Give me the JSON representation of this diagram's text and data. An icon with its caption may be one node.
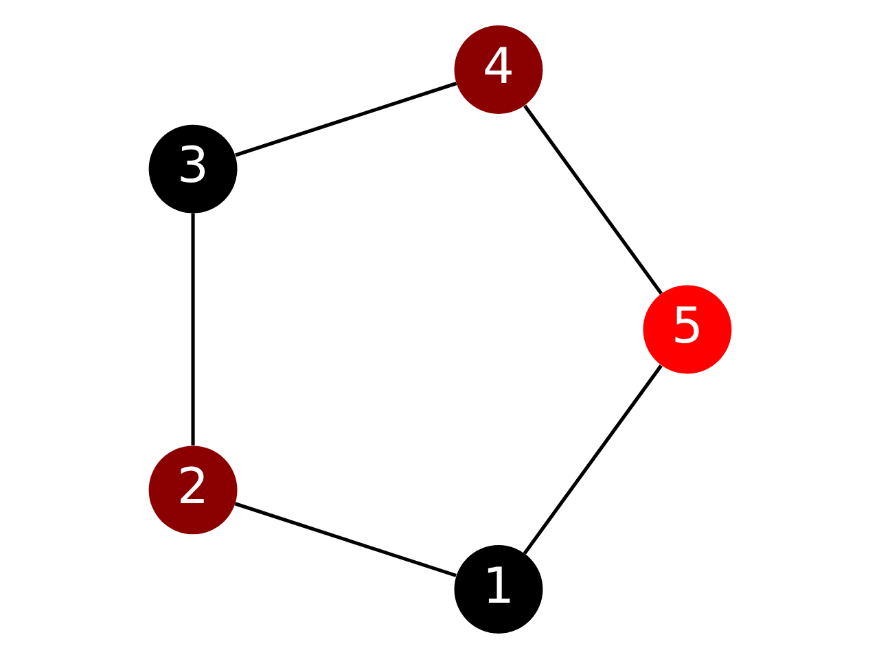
{
  "diagram": {
    "nodes": [
      {
        "text": [
          "1"
        ]
      },
      {
        "text": [
          "2"
        ]
      },
      {
        "text": [
          "3"
        ]
      },
      {
        "text": [
          "4"
        ]
      },
      {
        "text": [
          "5"
        ]
      }
    ],
    "edges": [
      {
        "from": 0,
        "to": 1,
        "arrow": "none"
      },
      {
        "from": 1,
        "to": 2,
        "arrow": "none"
      },
      {
        "from": 2,
        "to": 3,
        "arrow": "none"
      },
      {
        "from": 3,
        "to": 4,
        "arrow": "none"
      },
      {
        "from": 4,
        "to": 0,
        "arrow": "none"
      }
    ]
  }
}
